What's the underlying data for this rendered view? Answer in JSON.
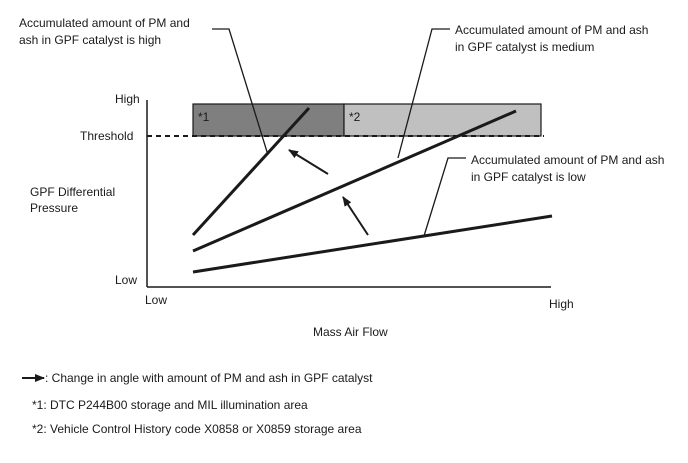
{
  "axes": {
    "y_high": "High",
    "y_threshold": "Threshold",
    "y_title_line1": "GPF Differential",
    "y_title_line2": "Pressure",
    "y_low": "Low",
    "x_low": "Low",
    "x_high": "High",
    "x_title": "Mass Air Flow"
  },
  "areas": {
    "area1_label": "*1",
    "area2_label": "*2",
    "area1_color": "#7f7f7f",
    "area2_color": "#c0c0c0"
  },
  "callouts": {
    "high_line1": "Accumulated amount of PM and",
    "high_line2": "ash in GPF catalyst is high",
    "medium_line1": "Accumulated amount of PM and ash",
    "medium_line2": "in GPF catalyst is medium",
    "low_line1": "Accumulated amount of PM and ash",
    "low_line2": "in GPF catalyst is low"
  },
  "legend": {
    "arrow_text": ": Change in angle with amount of PM and ash in GPF catalyst",
    "note1": "*1: DTC P244B00 storage and MIL illumination area",
    "note2": "*2: Vehicle Control History code X0858 or X0859 storage area"
  }
}
